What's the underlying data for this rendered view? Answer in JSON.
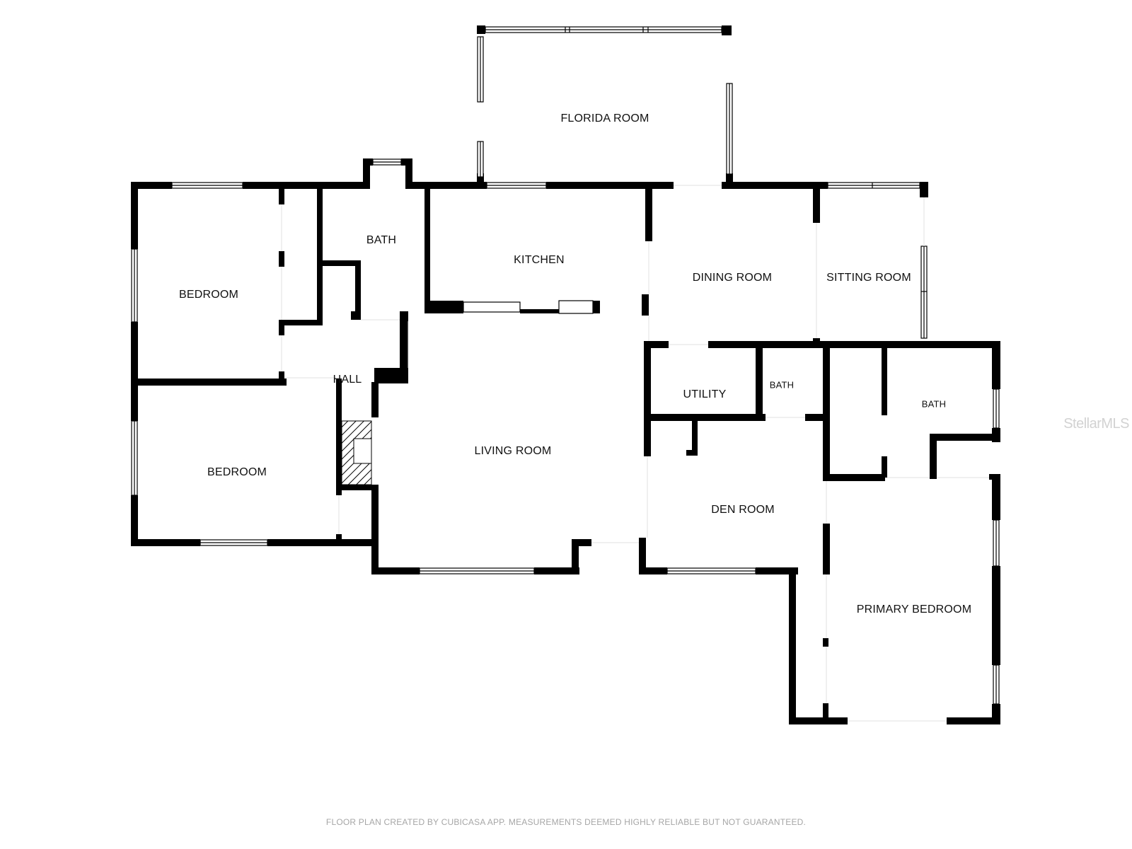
{
  "rooms": {
    "florida_room": "FLORIDA ROOM",
    "bath_top": "BATH",
    "kitchen": "KITCHEN",
    "dining_room": "DINING ROOM",
    "sitting_room": "SITTING ROOM",
    "bedroom_top": "BEDROOM",
    "bedroom_bottom": "BEDROOM",
    "hall": "HALL",
    "living_room": "LIVING ROOM",
    "utility": "UTILITY",
    "bath_middle": "BATH",
    "bath_right": "BATH",
    "den_room": "DEN ROOM",
    "primary_bedroom": "PRIMARY BEDROOM"
  },
  "footer_note": "FLOOR PLAN CREATED BY CUBICASA APP. MEASUREMENTS DEEMED HIGHLY RELIABLE BUT NOT GUARANTEED.",
  "watermark": "StellarMLS",
  "colors": {
    "wall": "#000000",
    "label": "#111111",
    "footer": "#a6a6a6",
    "watermark": "#d2d2d2"
  }
}
